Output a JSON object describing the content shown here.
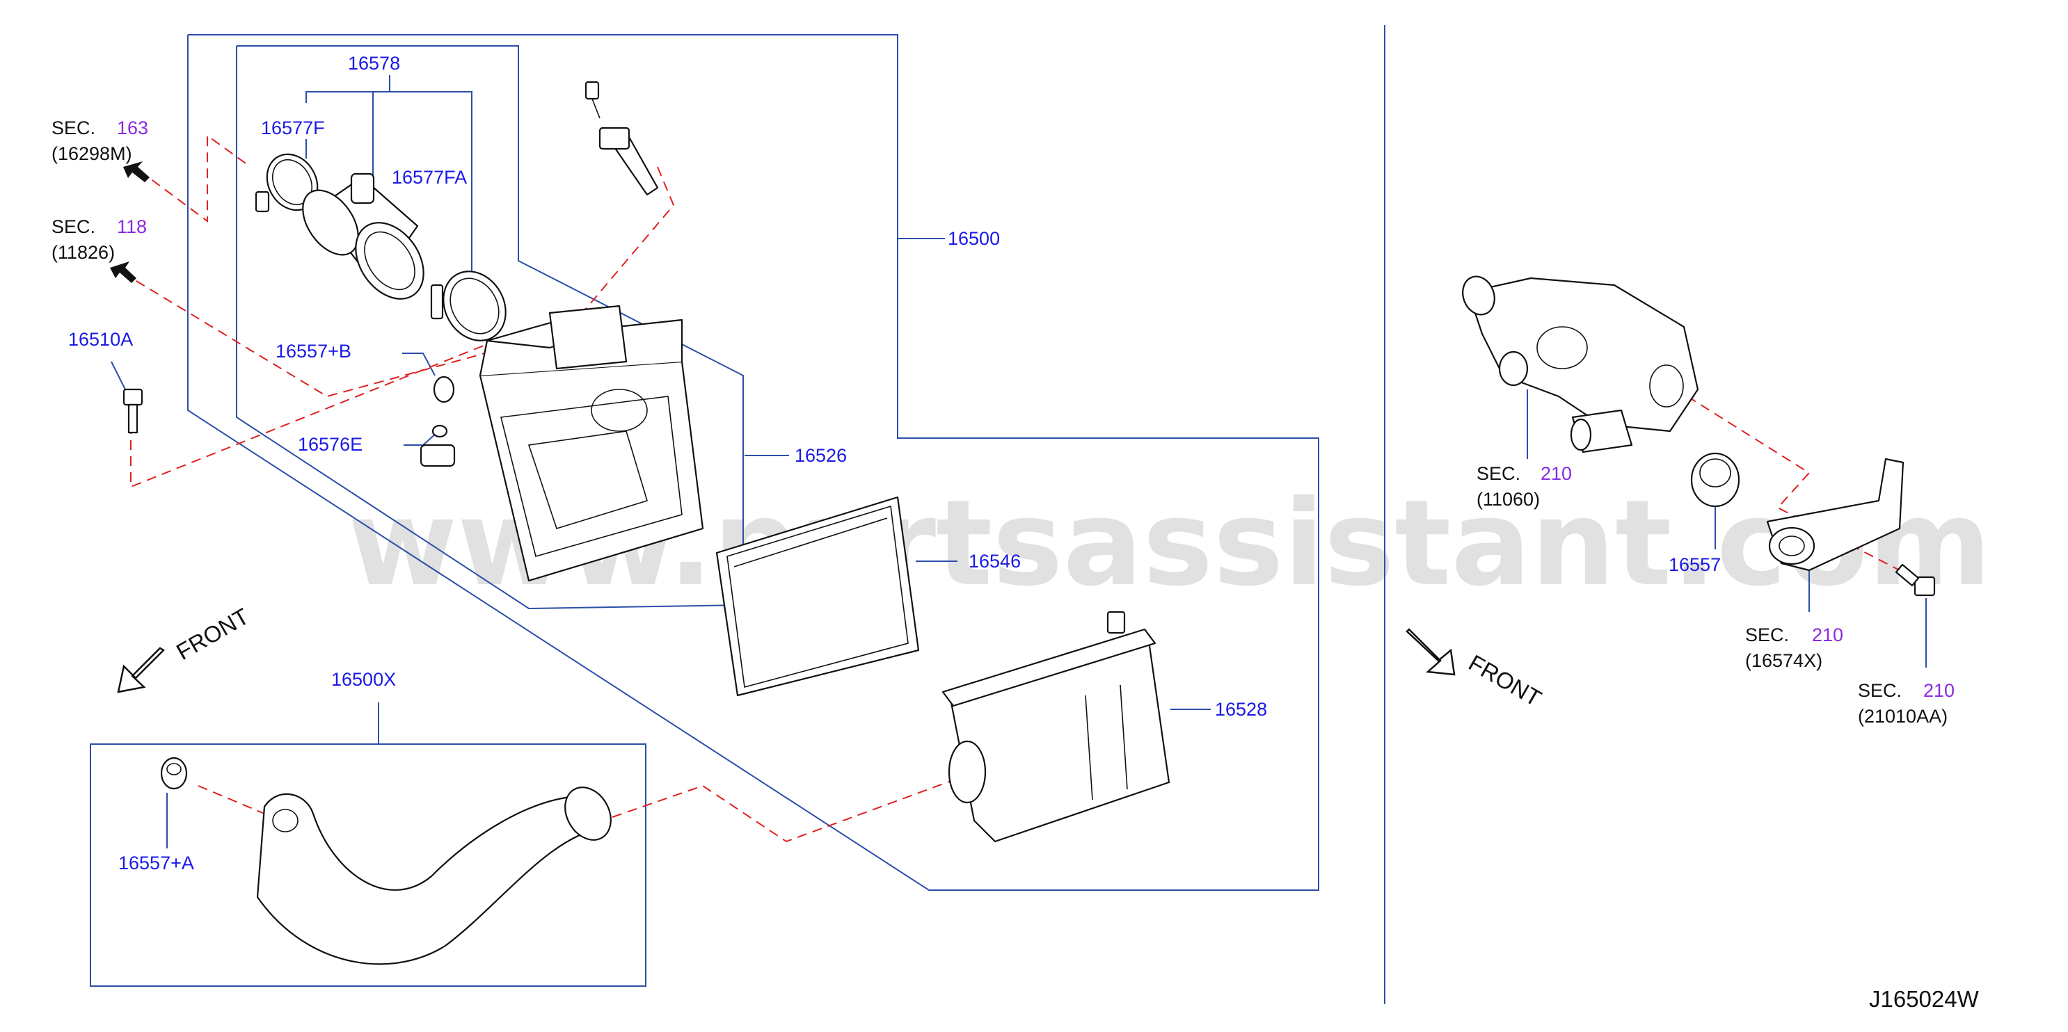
{
  "title_code": "J165024W",
  "watermark": "www.partsassistant.com",
  "front_labels": [
    "FRONT",
    "FRONT"
  ],
  "part_labels": {
    "p16578": "16578",
    "p16577F": "16577F",
    "p16577FA": "16577FA",
    "p16500": "16500",
    "p16510A": "16510A",
    "p16557B": "16557+B",
    "p16576E": "16576E",
    "p16526": "16526",
    "p16546": "16546",
    "p16528": "16528",
    "p16500X": "16500X",
    "p16557A": "16557+A",
    "p16557": "16557"
  },
  "section_refs": {
    "sec163": {
      "prefix": "SEC.",
      "num": "163",
      "ref": "(16298M)"
    },
    "sec118": {
      "prefix": "SEC.",
      "num": "118",
      "ref": "(11826)"
    },
    "sec210a": {
      "prefix": "SEC.",
      "num": "210",
      "ref": "(11060)"
    },
    "sec210b": {
      "prefix": "SEC.",
      "num": "210",
      "ref": "(16574X)"
    },
    "sec210c": {
      "prefix": "SEC.",
      "num": "210",
      "ref": "(21010AA)"
    }
  },
  "colors": {
    "label": "#1a1ae6",
    "section_number": "#8a2be2",
    "frame": "#2a4fa8",
    "dashed_leader": "#e02020"
  }
}
